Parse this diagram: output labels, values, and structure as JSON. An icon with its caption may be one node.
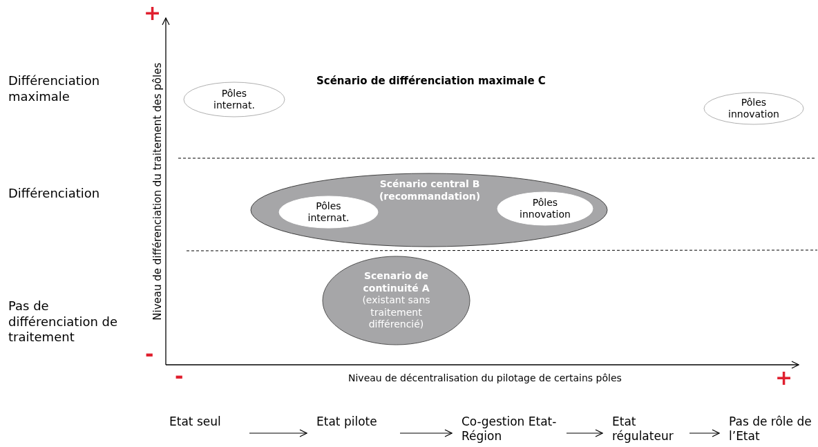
{
  "diagram": {
    "nodes": [
      {
        "text": [
          "Pôles internat."
        ]
      },
      {
        "text": [
          "Pôles innovation"
        ]
      },
      {
        "text": [
          "Scénario central  B (recommandation)"
        ]
      },
      {
        "text": [
          "Pôles internat."
        ],
        "in": 2
      },
      {
        "text": [
          "Pôles innovation"
        ],
        "in": 2
      },
      {
        "text": [
          "Scenario de continuité A",
          "(existant sans traitement différencié)"
        ]
      },
      {
        "text": [
          "Etat seul"
        ]
      },
      {
        "text": [
          "Etat pilote"
        ]
      },
      {
        "text": [
          "Co-gestion Etat-Région"
        ]
      },
      {
        "text": [
          "Etat régulateur"
        ]
      },
      {
        "text": [
          "Pas de rôle de l’Etat"
        ]
      }
    ],
    "edges": [
      {
        "from": 6,
        "to": 7,
        "arrow": "to"
      },
      {
        "from": 7,
        "to": 8,
        "arrow": "to"
      },
      {
        "from": 8,
        "to": 9,
        "arrow": "to"
      },
      {
        "from": 9,
        "to": 10,
        "arrow": "to"
      }
    ],
    "labels": [
      "+",
      "Différenciation maximale",
      "Scénario de différenciation maximale C",
      "Différenciation",
      "Pas de différenciation de traitement",
      "Niveau de différenciation du traitement des pôles",
      "-",
      "-",
      "Niveau de décentralisation du pilotage de certains pôles",
      "+"
    ]
  }
}
